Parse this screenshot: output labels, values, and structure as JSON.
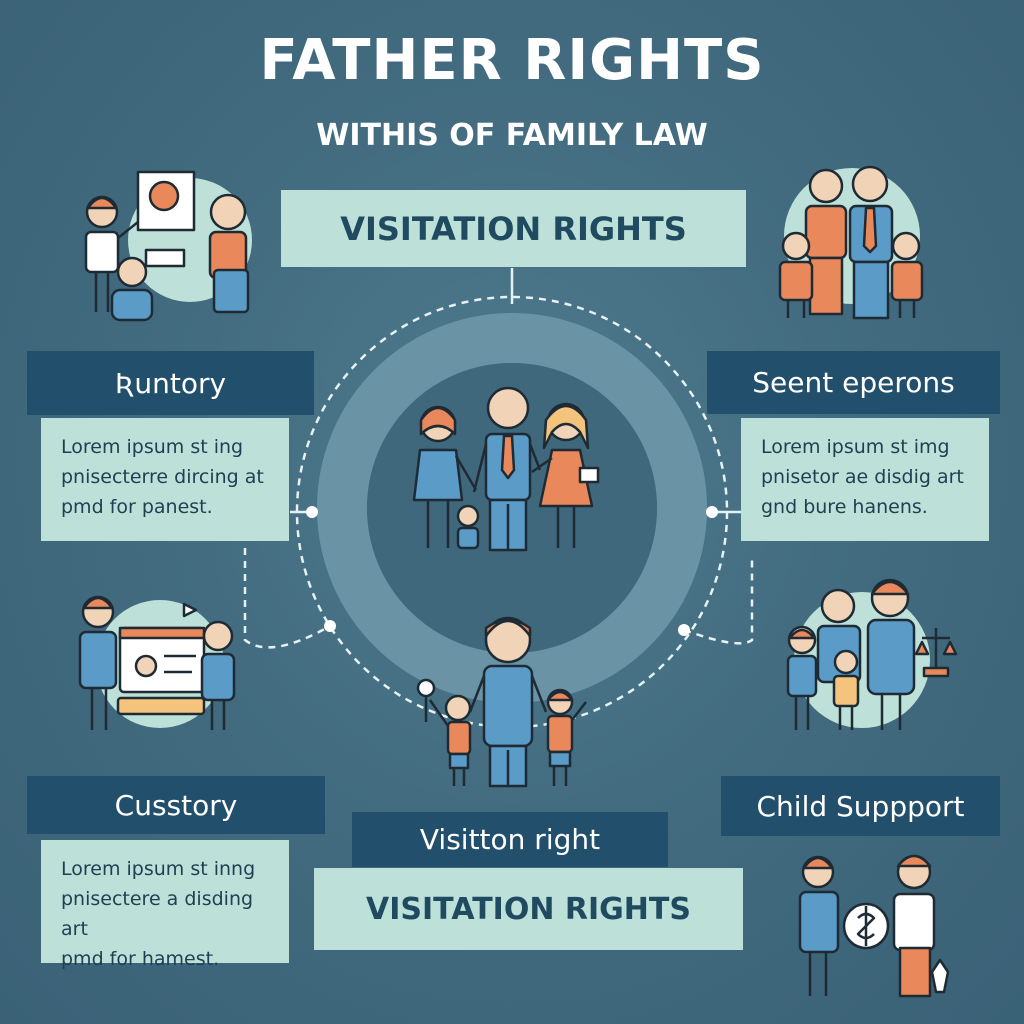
{
  "header": {
    "title": "FATHER RIGHTS",
    "subtitle": "WITHIS OF FAMILY LAW"
  },
  "top_banner": {
    "label": "VISITATION RIGHTS"
  },
  "left_top": {
    "heading": "Ʀuntory",
    "text": [
      "Lorem ipsum st ing",
      "pnisecterre dircing at",
      "pmd for panest."
    ]
  },
  "right_top": {
    "heading": "Seent eperons",
    "text": [
      "Lorem ipsum st img",
      "pnisetor ae disdig art",
      "gnd bure hanens."
    ]
  },
  "left_bottom": {
    "heading": "Cusstory",
    "text": [
      "Lorem ipsum st inng",
      "pnisectere a disding art",
      "pmd for hamest."
    ]
  },
  "right_bottom": {
    "heading": "Child Suppport"
  },
  "bottom_center": {
    "heading": "Visitton right",
    "banner": "VISITATION RIGHTS"
  },
  "colors": {
    "background": "#436c80",
    "mint": "#bde0d8",
    "navy": "#224f6b",
    "orange": "#e9885a",
    "blue": "#5b9bc8",
    "outline": "#1e2b35"
  },
  "icons": [
    "presentation-family-icon",
    "father-children-group-icon",
    "family-holding-hands-icon",
    "custody-document-icon",
    "father-raising-children-icon",
    "family-justice-scale-icon",
    "child-support-money-icon"
  ]
}
